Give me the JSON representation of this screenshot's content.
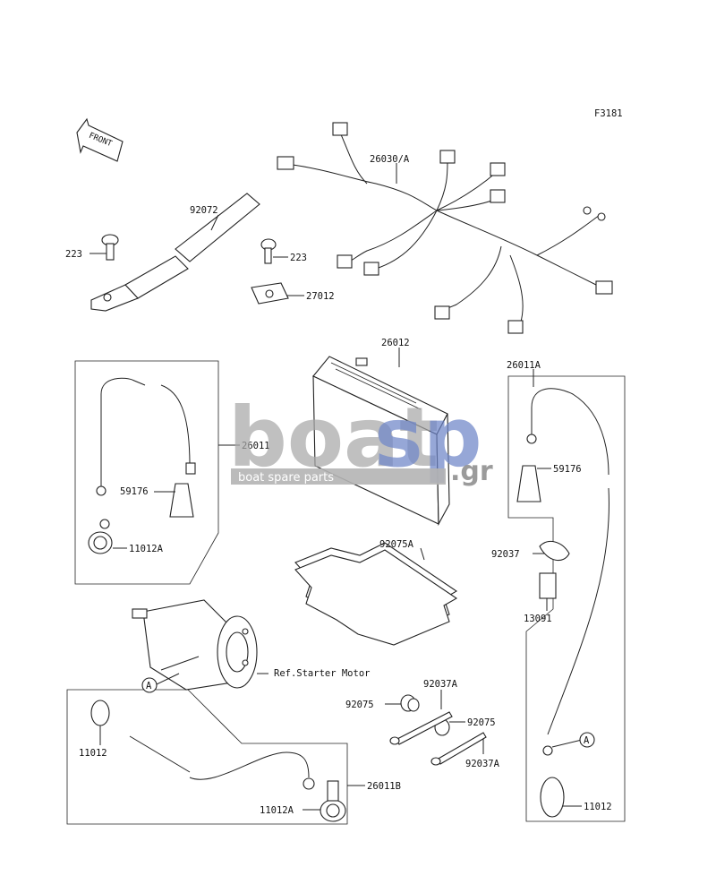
{
  "figure_code": "F3181",
  "front_marker": "FRONT",
  "callout_letter": "A",
  "reference_note": "Ref.Starter Motor",
  "watermark": {
    "brand_gray": "boat",
    "brand_blue": "sp",
    "suffix": ".gr",
    "tagline": "boat spare parts"
  },
  "parts": [
    {
      "id": "p-26030",
      "number": "26030/A"
    },
    {
      "id": "p-92072",
      "number": "92072"
    },
    {
      "id": "p-223-left",
      "number": "223"
    },
    {
      "id": "p-223-right",
      "number": "223"
    },
    {
      "id": "p-27012",
      "number": "27012"
    },
    {
      "id": "p-26012",
      "number": "26012"
    },
    {
      "id": "p-26011",
      "number": "26011"
    },
    {
      "id": "p-59176-left",
      "number": "59176"
    },
    {
      "id": "p-11012a-left",
      "number": "11012A"
    },
    {
      "id": "p-26011a",
      "number": "26011A"
    },
    {
      "id": "p-59176-right",
      "number": "59176"
    },
    {
      "id": "p-92075a",
      "number": "92075A"
    },
    {
      "id": "p-92037",
      "number": "92037"
    },
    {
      "id": "p-13091",
      "number": "13091"
    },
    {
      "id": "p-92037a-top",
      "number": "92037A"
    },
    {
      "id": "p-92075-left",
      "number": "92075"
    },
    {
      "id": "p-92075-right",
      "number": "92075"
    },
    {
      "id": "p-92037a-bottom",
      "number": "92037A"
    },
    {
      "id": "p-11012-left",
      "number": "11012"
    },
    {
      "id": "p-26011b",
      "number": "26011B"
    },
    {
      "id": "p-11012a-bottom",
      "number": "11012A"
    },
    {
      "id": "p-11012-right",
      "number": "11012"
    }
  ],
  "colors": {
    "line": "#222222",
    "watermark_gray": "#a9a9a9",
    "watermark_blue": "#6f86c9"
  }
}
